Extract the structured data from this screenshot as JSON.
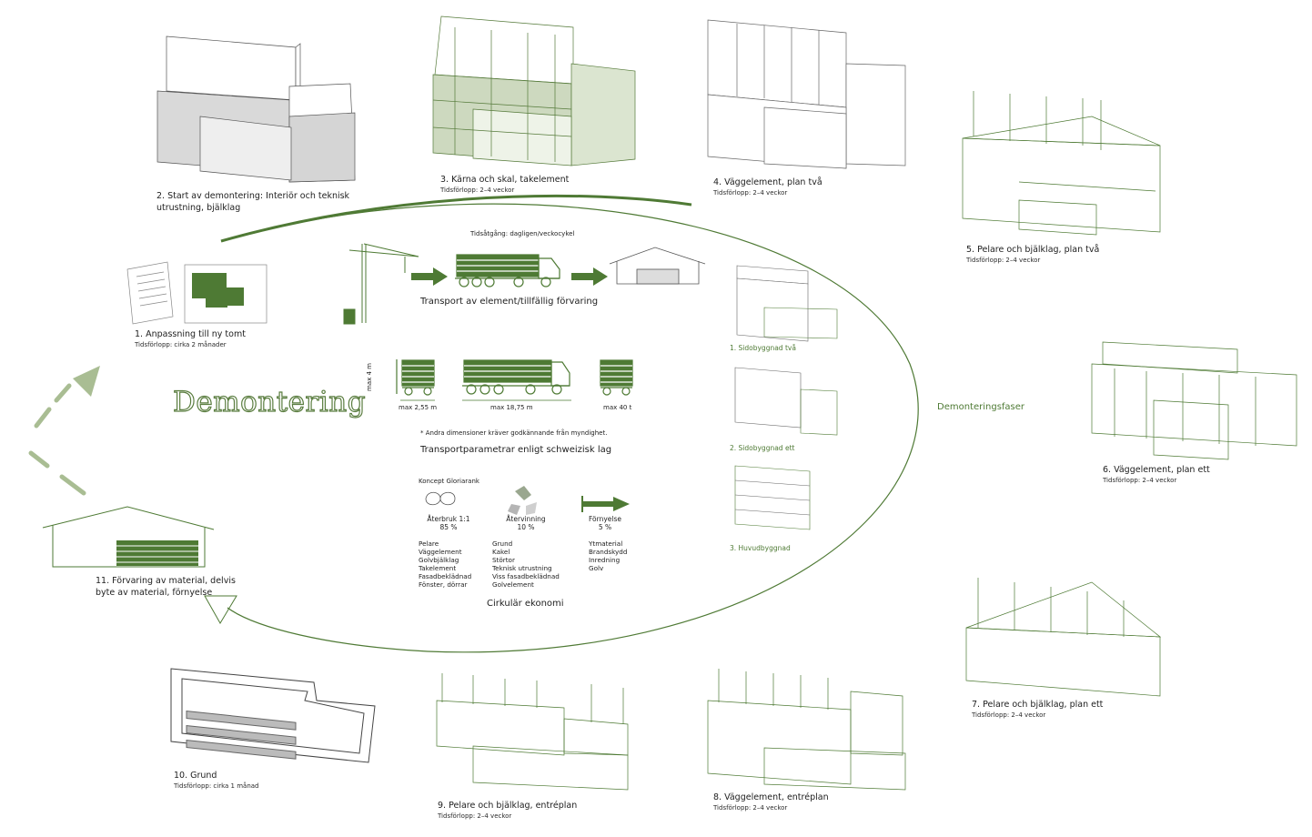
{
  "title": "Demontering",
  "side_label": "Demonteringsfaser",
  "colors": {
    "accent": "#4e7a34",
    "accent_light": "#a9bd93",
    "line": "#6b8f52",
    "fill": "#5b7d45"
  },
  "steps": [
    {
      "n": "1",
      "label": "1. Anpassning till ny tomt",
      "time": "Tidsförlopp: cirka 2 månader"
    },
    {
      "n": "2",
      "label": "2. Start av demontering: Interiör och teknisk utrustning, bjälklag",
      "time": ""
    },
    {
      "n": "3",
      "label": "3. Kärna och skal, takelement",
      "time": "Tidsförlopp: 2–4 veckor"
    },
    {
      "n": "4",
      "label": "4. Väggelement, plan två",
      "time": "Tidsförlopp: 2–4 veckor"
    },
    {
      "n": "5",
      "label": "5. Pelare och bjälklag, plan två",
      "time": "Tidsförlopp: 2–4 veckor"
    },
    {
      "n": "6",
      "label": "6. Väggelement, plan ett",
      "time": "Tidsförlopp: 2–4 veckor"
    },
    {
      "n": "7",
      "label": "7. Pelare och bjälklag, plan ett",
      "time": "Tidsförlopp: 2–4 veckor"
    },
    {
      "n": "8",
      "label": "8. Väggelement, entréplan",
      "time": "Tidsförlopp: 2–4 veckor"
    },
    {
      "n": "9",
      "label": "9. Pelare och bjälklag, entréplan",
      "time": "Tidsförlopp: 2–4 veckor"
    },
    {
      "n": "10",
      "label": "10. Grund",
      "time": "Tidsförlopp: cirka 1 månad"
    },
    {
      "n": "11",
      "label": "11. Förvaring av material, delvis byte av material, förnyelse",
      "time": ""
    }
  ],
  "phases": [
    "1. Sidobyggnad två",
    "2. Sidobyggnad ett",
    "3. Huvudbyggnad"
  ],
  "transport": {
    "time_label": "Tidsåtgång: dagligen/veckocykel",
    "caption": "Transport av element/tillfällig förvaring",
    "height": "max 4 m",
    "width": "max 2,55 m",
    "length": "max 18,75 m",
    "weight": "max 40 t",
    "note": "* Andra dimensioner kräver godkännande från myndighet.",
    "params_title": "Transportparametrar enligt schweizisk lag"
  },
  "economy": {
    "concept": "Koncept Gloriarank",
    "title": "Cirkulär ekonomi",
    "columns": [
      {
        "head": "Återbruk 1:1",
        "pct": "85 %",
        "items": [
          "Pelare",
          "Väggelement",
          "Golvbjälklag",
          "Takelement",
          "Fasadbeklädnad",
          "Fönster, dörrar"
        ]
      },
      {
        "head": "Återvinning",
        "pct": "10 %",
        "items": [
          "Grund",
          "Kakel",
          "Störtor",
          "Teknisk utrustning",
          "Viss fasadbeklädnad",
          "Golvelement"
        ]
      },
      {
        "head": "Förnyelse",
        "pct": "5 %",
        "items": [
          "Ytmaterial",
          "Brandskydd",
          "Inredning",
          "Golv"
        ]
      }
    ]
  }
}
